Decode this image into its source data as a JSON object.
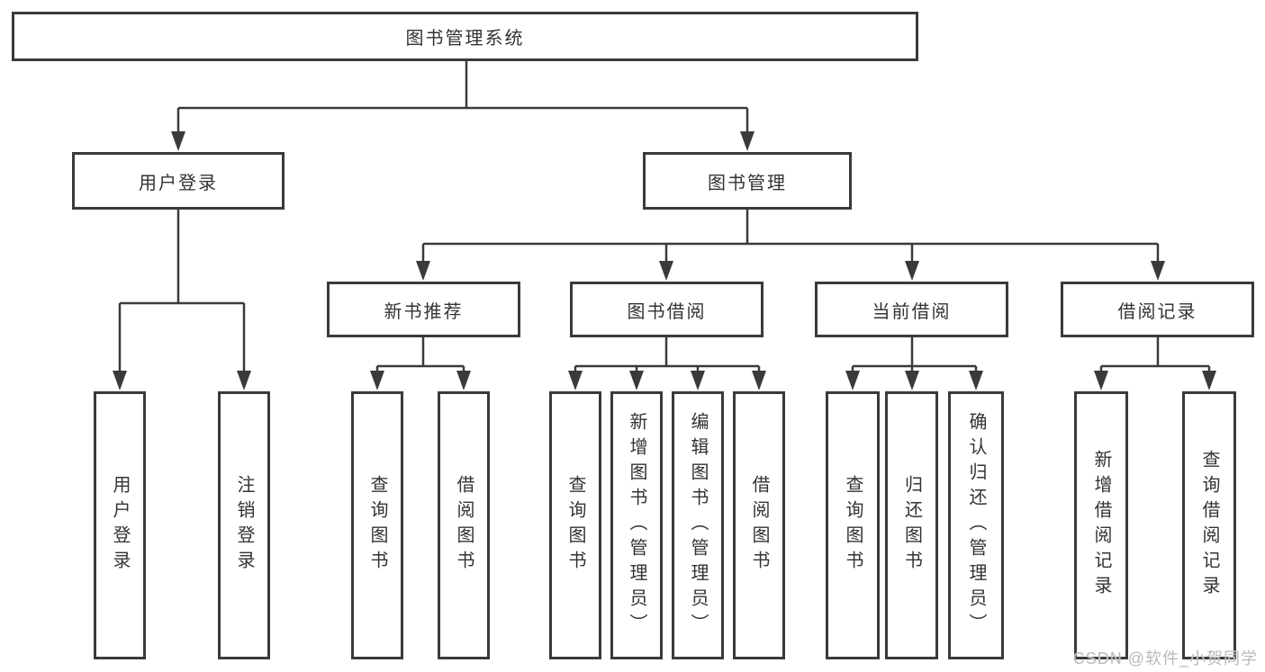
{
  "colors": {
    "line": "#3a3a3a",
    "box_border": "#3a3a3a",
    "text": "#333333",
    "background": "#ffffff",
    "watermark_text": "#b9b9b9"
  },
  "watermark": {
    "text": "CSDN @软件_小贺同学"
  },
  "nodes": {
    "root": {
      "label": "图书管理系统"
    },
    "user_login_group": {
      "label": "用户登录"
    },
    "book_management": {
      "label": "图书管理"
    },
    "new_book_recommend": {
      "label": "新书推荐"
    },
    "book_borrowing": {
      "label": "图书借阅"
    },
    "current_borrowing": {
      "label": "当前借阅"
    },
    "borrowing_records": {
      "label": "借阅记录"
    },
    "leaf_user_login": {
      "label": "用户登录"
    },
    "leaf_logout": {
      "label": "注销登录"
    },
    "leaf_recommend_query_books": {
      "label": "查询图书"
    },
    "leaf_recommend_borrow_books": {
      "label": "借阅图书"
    },
    "leaf_borrow_query_books": {
      "label": "查询图书"
    },
    "leaf_borrow_add_books": {
      "label": "新增图书（管理员）"
    },
    "leaf_borrow_edit_books": {
      "label": "编辑图书（管理员）"
    },
    "leaf_borrow_borrow_books": {
      "label": "借阅图书"
    },
    "leaf_current_query_books": {
      "label": "查询图书"
    },
    "leaf_current_return_books": {
      "label": "归还图书"
    },
    "leaf_current_confirm_return": {
      "label": "确认归还（管理员）"
    },
    "leaf_records_add_record": {
      "label": "新增借阅记录"
    },
    "leaf_records_query_record": {
      "label": "查询借阅记录"
    }
  }
}
